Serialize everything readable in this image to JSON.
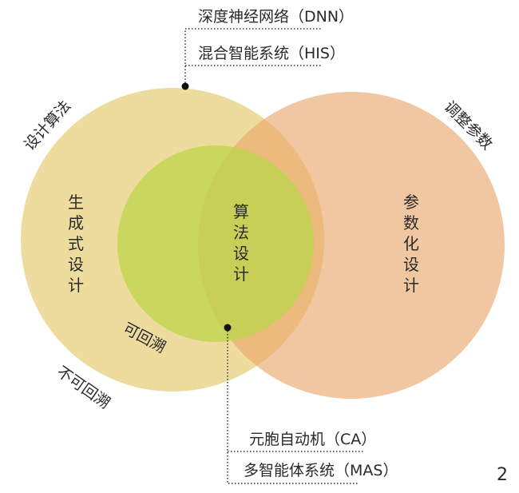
{
  "diagram": {
    "top_labels": [
      "深度神经网络（DNN）",
      "混合智能系统（HIS）"
    ],
    "bottom_labels": [
      "元胞自动机（CA）",
      "多智能体系统（MAS）"
    ],
    "arc_labels": {
      "left_top": "设计算法",
      "right_top": "调整参数",
      "left_bottom": "不可回溯",
      "inner": "可回溯"
    },
    "circle_labels": {
      "left": "生成式设计",
      "center": "算法设计",
      "right": "参数化设计"
    },
    "figure_number": "2",
    "colors": {
      "left_circle": "#eedc9e",
      "right_circle": "#efbf8e",
      "center_circle": "#c6d85a",
      "overlap": "#eab074"
    }
  }
}
